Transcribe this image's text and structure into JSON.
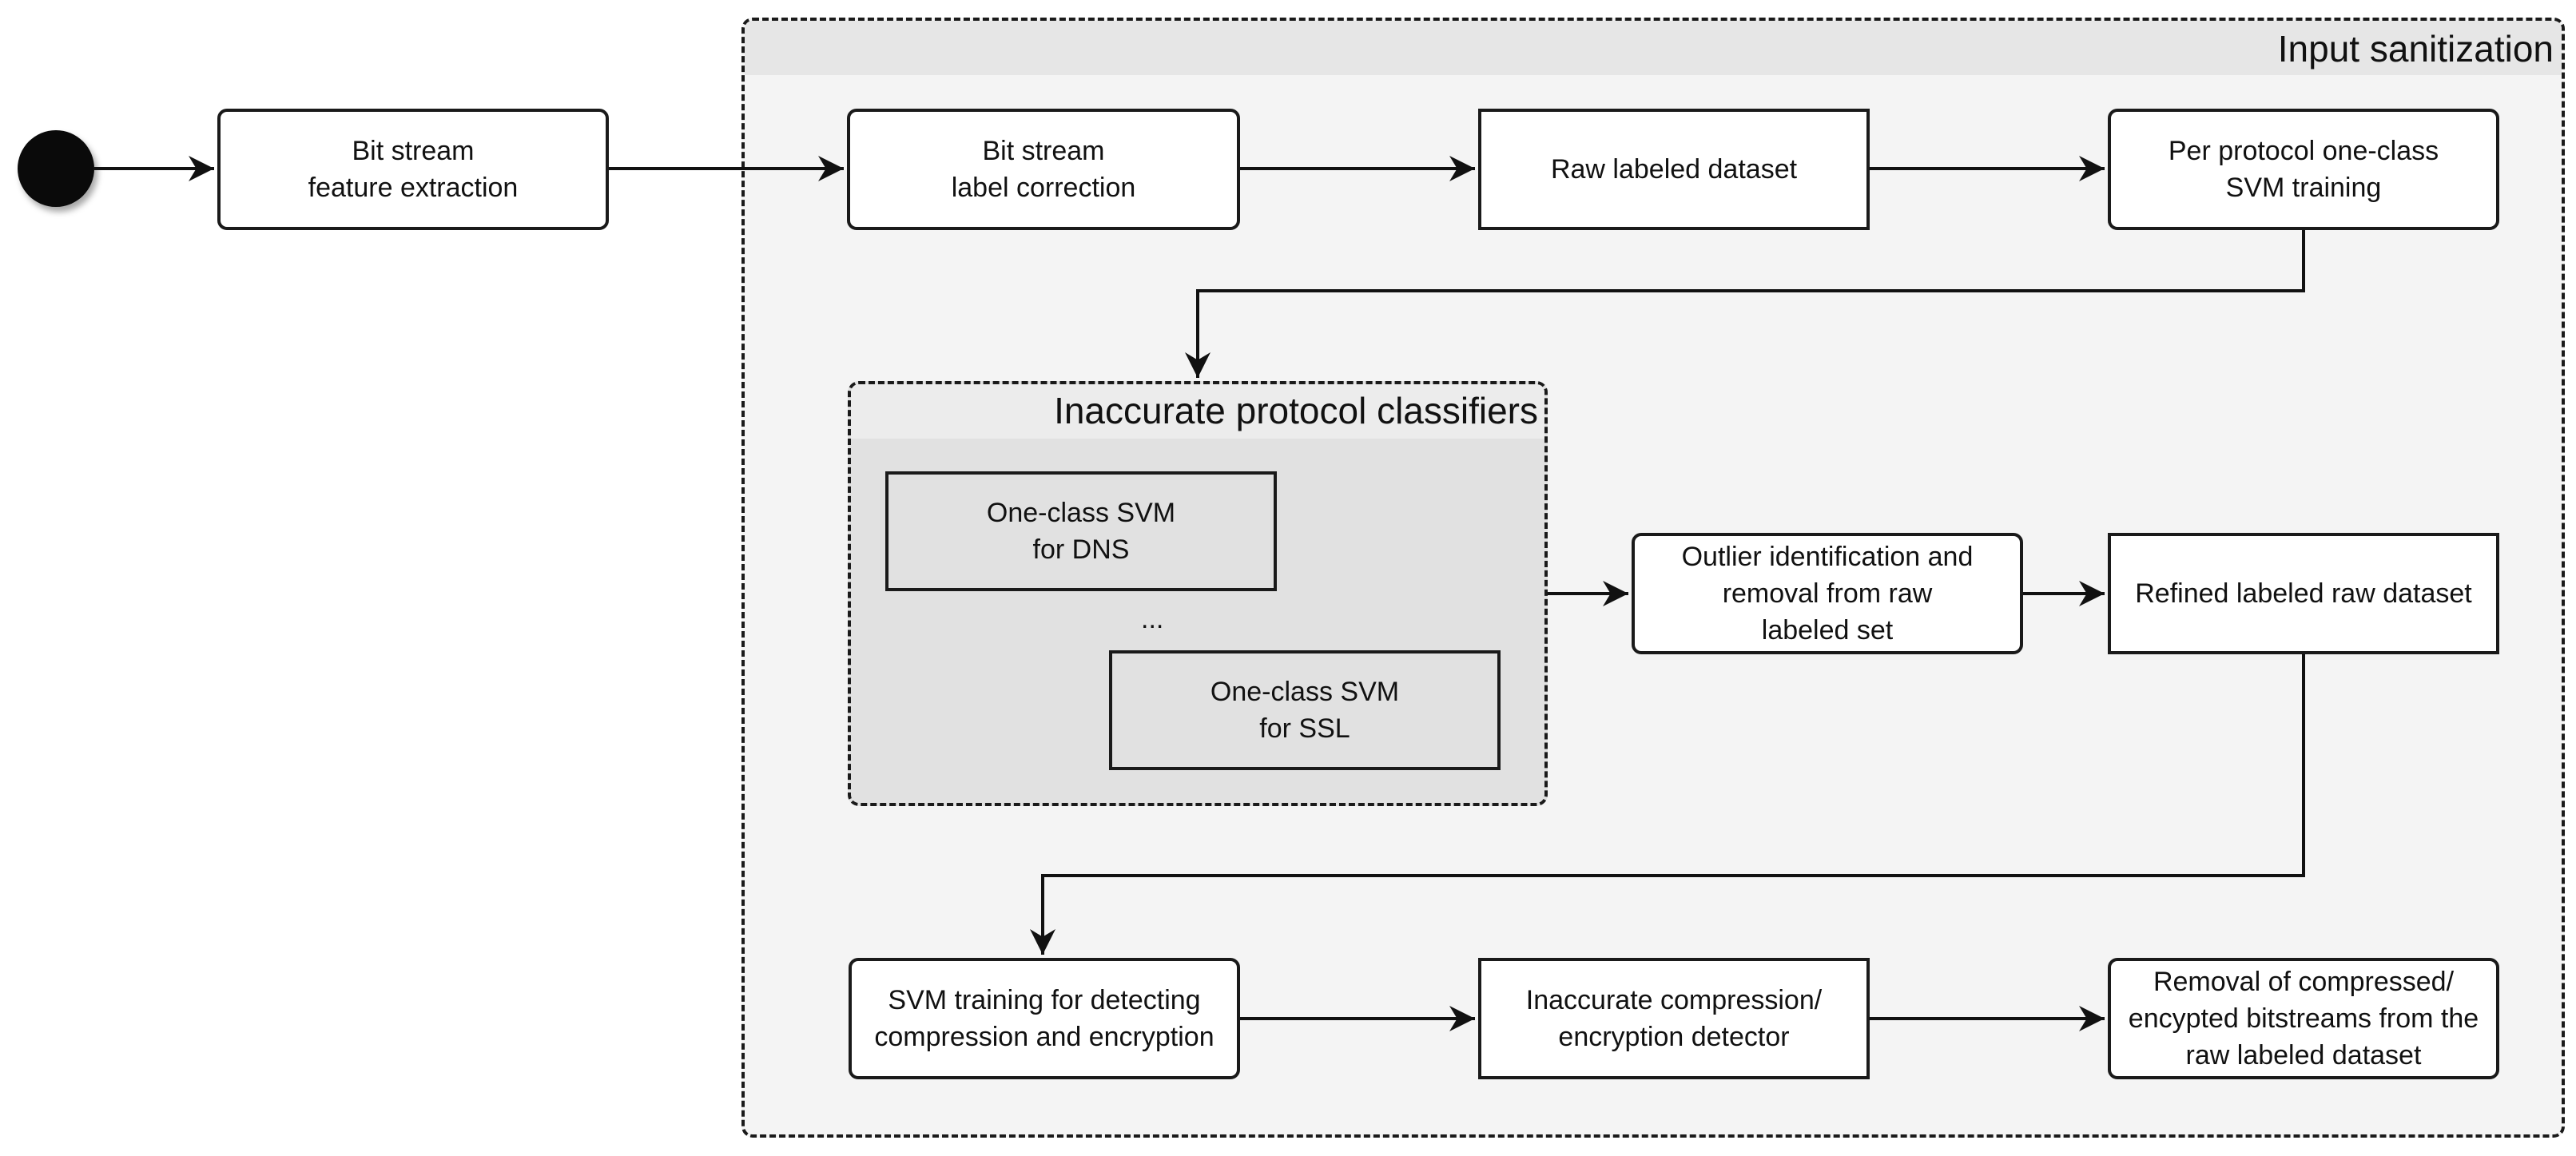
{
  "start": {
    "icon": "start-node-icon"
  },
  "boxes": {
    "feature_extraction": "Bit stream\nfeature extraction",
    "label_correction": "Bit stream\nlabel correction",
    "raw_labeled_dataset": "Raw labeled dataset",
    "svm_training": "Per protocol one-class\nSVM training",
    "outlier_removal": "Outlier identification and\nremoval from raw\nlabeled set",
    "refined_dataset": "Refined labeled raw dataset",
    "svm_compression_training": "SVM training for detecting\ncompression and encryption",
    "compression_detector": "Inaccurate compression/\nencryption detector",
    "removal_compressed": "Removal of compressed/\nencypted bitstreams from the\nraw labeled dataset"
  },
  "containers": {
    "input_sanitization": "Input sanitization",
    "protocol_classifiers": "Inaccurate protocol classifiers"
  },
  "classifiers": {
    "dns": "One-class SVM\nfor DNS",
    "ellipsis": "...",
    "ssl": "One-class SVM\nfor SSL"
  }
}
